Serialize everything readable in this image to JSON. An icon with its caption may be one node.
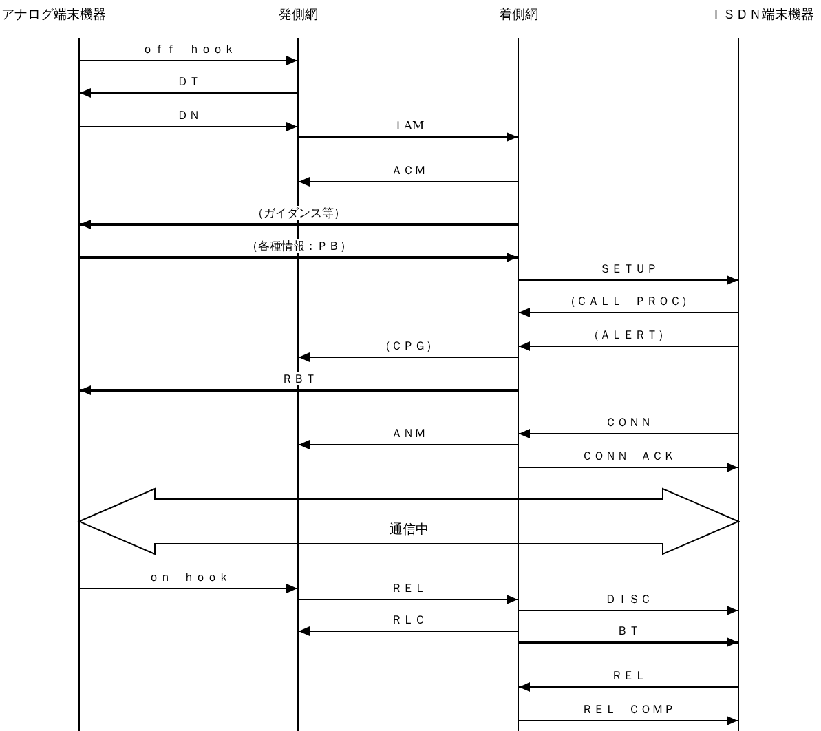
{
  "diagram": {
    "nodes": [
      {
        "text": [
          "アナログ端末機器"
        ]
      },
      {
        "text": [
          "発側網"
        ]
      },
      {
        "text": [
          "着側網"
        ]
      },
      {
        "text": [
          "ＩＳＤＮ端末機器"
        ]
      },
      {
        "text": [
          "通信中"
        ]
      }
    ],
    "edges": [
      {
        "from": 0,
        "to": 1,
        "arrow": "to",
        "label": "ｏｆｆ　ｈｏｏｋ"
      },
      {
        "from": 1,
        "to": 0,
        "arrow": "to",
        "label": "ＤＴ",
        "style": "thick"
      },
      {
        "from": 0,
        "to": 1,
        "arrow": "to",
        "label": "ＤＮ"
      },
      {
        "from": 1,
        "to": 2,
        "arrow": "to",
        "label": "ＩAM"
      },
      {
        "from": 2,
        "to": 1,
        "arrow": "to",
        "label": "ＡＣＭ"
      },
      {
        "from": 2,
        "to": 0,
        "arrow": "to",
        "label": "（ガイダンス等）",
        "style": "thick"
      },
      {
        "from": 0,
        "to": 2,
        "arrow": "to",
        "label": "（各種情報：ＰＢ）",
        "style": "thick"
      },
      {
        "from": 2,
        "to": 3,
        "arrow": "to",
        "label": "ＳＥＴＵＰ"
      },
      {
        "from": 3,
        "to": 2,
        "arrow": "to",
        "label": "（ＣＡＬＬ　ＰＲＯＣ）"
      },
      {
        "from": 3,
        "to": 2,
        "arrow": "to",
        "label": "（ＡＬＥＲＴ）"
      },
      {
        "from": 2,
        "to": 1,
        "arrow": "to",
        "label": "（ＣＰＧ）"
      },
      {
        "from": 2,
        "to": 0,
        "arrow": "to",
        "label": "ＲＢＴ",
        "style": "thick"
      },
      {
        "from": 3,
        "to": 2,
        "arrow": "to",
        "label": "ＣＯＮＮ"
      },
      {
        "from": 2,
        "to": 1,
        "arrow": "to",
        "label": "ＡＮＭ"
      },
      {
        "from": 2,
        "to": 3,
        "arrow": "to",
        "label": "ＣＯＮＮ　ＡＣＫ"
      },
      {
        "from": 0,
        "to": 1,
        "arrow": "to",
        "label": "ｏｎ　ｈｏｏｋ"
      },
      {
        "from": 1,
        "to": 2,
        "arrow": "to",
        "label": "ＲＥＬ"
      },
      {
        "from": 2,
        "to": 3,
        "arrow": "to",
        "label": "ＤＩＳＣ"
      },
      {
        "from": 2,
        "to": 1,
        "arrow": "to",
        "label": "ＲＬＣ"
      },
      {
        "from": 2,
        "to": 3,
        "arrow": "to",
        "label": "ＢＴ",
        "style": "thick"
      },
      {
        "from": 3,
        "to": 2,
        "arrow": "to",
        "label": "ＲＥＬ"
      },
      {
        "from": 2,
        "to": 3,
        "arrow": "to",
        "label": "ＲＥＬ　ＣＯＭＰ"
      }
    ]
  }
}
